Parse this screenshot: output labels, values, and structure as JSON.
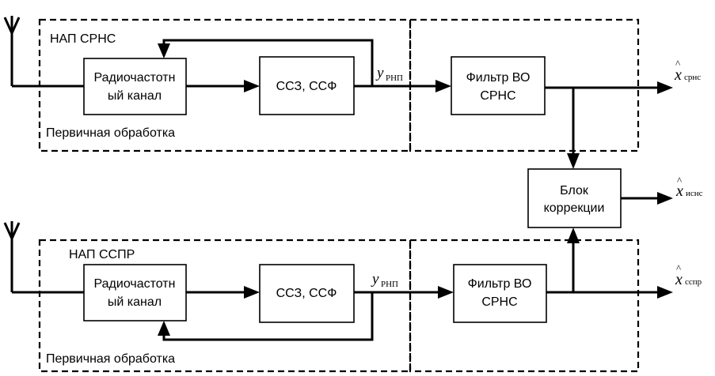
{
  "top": {
    "group_label": "НАП СРНС",
    "primary_label": "Первичная обработка",
    "rf_block_line1": "Радиочастотн",
    "rf_block_line2": "ый канал",
    "sync_block": "ССЗ, ССФ",
    "signal_symbol": "y",
    "signal_subscript": "РНП",
    "filter_line1": "Фильтр ВО",
    "filter_line2": "СРНС",
    "output_symbol": "x",
    "output_subscript": "срнс"
  },
  "bottom": {
    "group_label": "НАП ССПР",
    "primary_label": "Первичная обработка",
    "rf_block_line1": "Радиочастотн",
    "rf_block_line2": "ый канал",
    "sync_block": "ССЗ, ССФ",
    "signal_symbol": "y",
    "signal_subscript": "РНП",
    "filter_line1": "Фильтр ВО",
    "filter_line2": "СРНС",
    "output_symbol": "x",
    "output_subscript": "сспр"
  },
  "correction": {
    "line1": "Блок",
    "line2": "коррекции",
    "output_symbol": "x",
    "output_subscript": "иснс"
  },
  "hat_mark": "^"
}
